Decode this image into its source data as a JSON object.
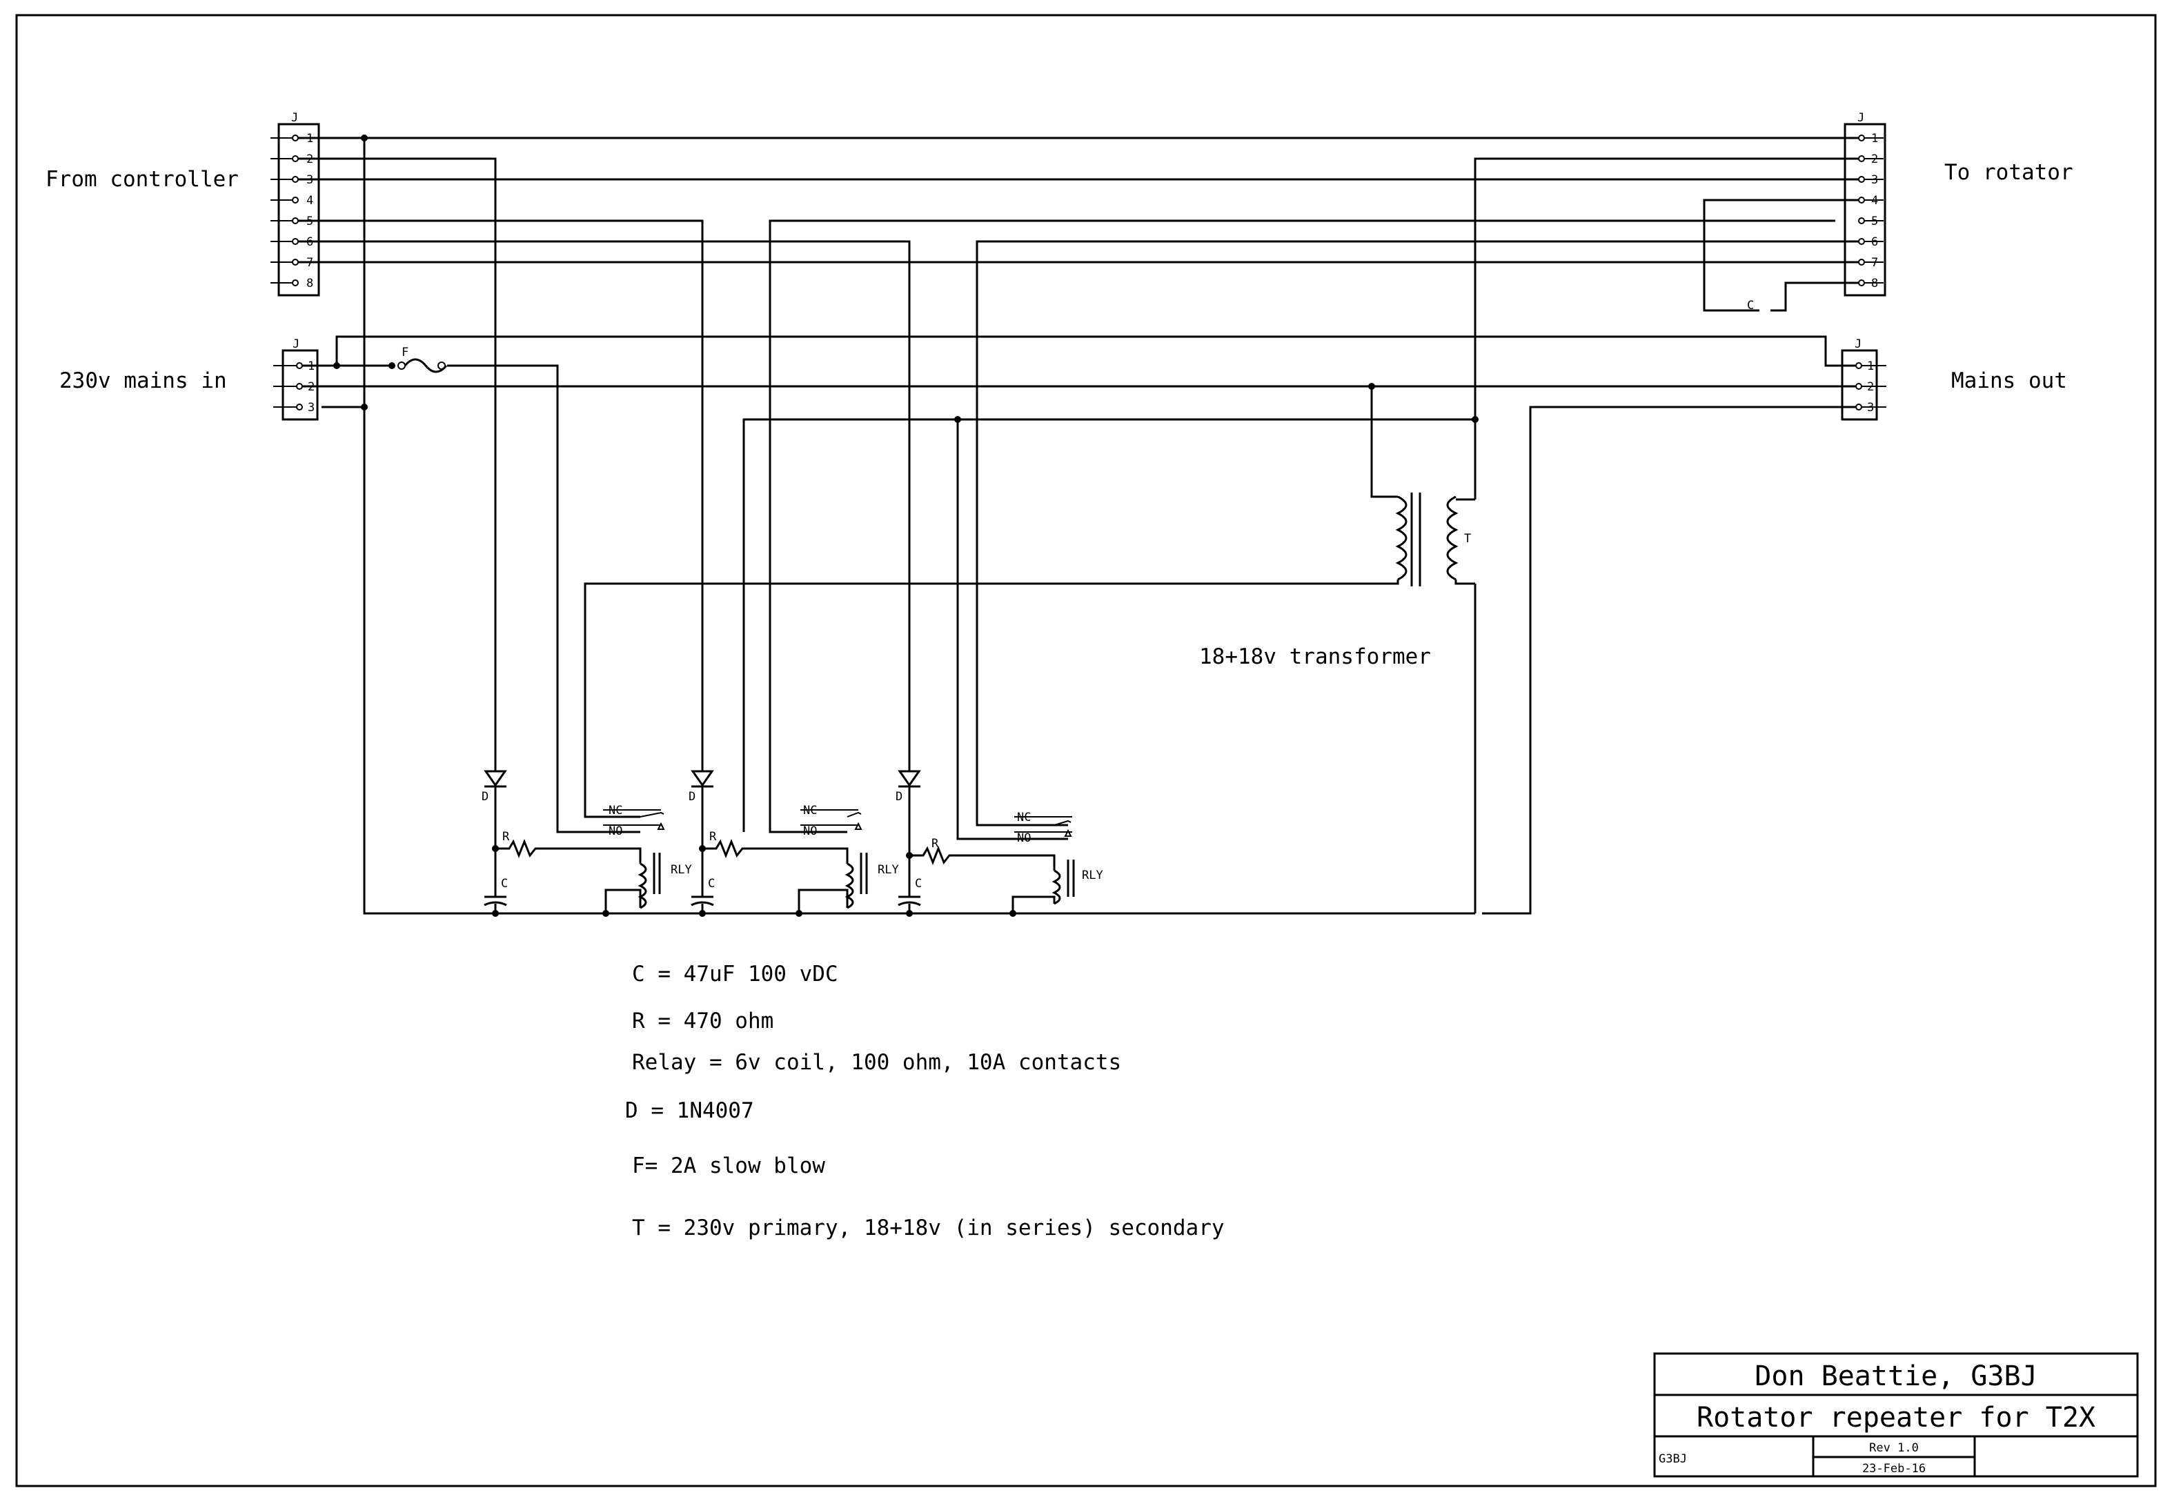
{
  "labels": {
    "from_controller": "From controller",
    "to_rotator": "To rotator",
    "mains_in": "230v mains in",
    "mains_out": "Mains out",
    "transformer": "18+18v transformer"
  },
  "refs": {
    "J": "J",
    "F": "F",
    "D": "D",
    "R": "R",
    "C": "C",
    "RLY": "RLY",
    "T": "T",
    "NC": "NC",
    "NO": "NO"
  },
  "pins": {
    "p1": "1",
    "p2": "2",
    "p3": "3",
    "p4": "4",
    "p5": "5",
    "p6": "6",
    "p7": "7",
    "p8": "8"
  },
  "notes": {
    "c": "C = 47uF 100 vDC",
    "r": "R = 470 ohm",
    "relay": "Relay = 6v coil, 100 ohm, 10A contacts",
    "d": "D = 1N4007",
    "f": "F= 2A slow blow",
    "t": "T = 230v primary, 18+18v (in series) secondary"
  },
  "title_block": {
    "author": "Don Beattie, G3BJ",
    "title": "Rotator repeater for T2X",
    "callsign": "G3BJ",
    "rev": "Rev 1.0",
    "date": "23-Feb-16"
  }
}
